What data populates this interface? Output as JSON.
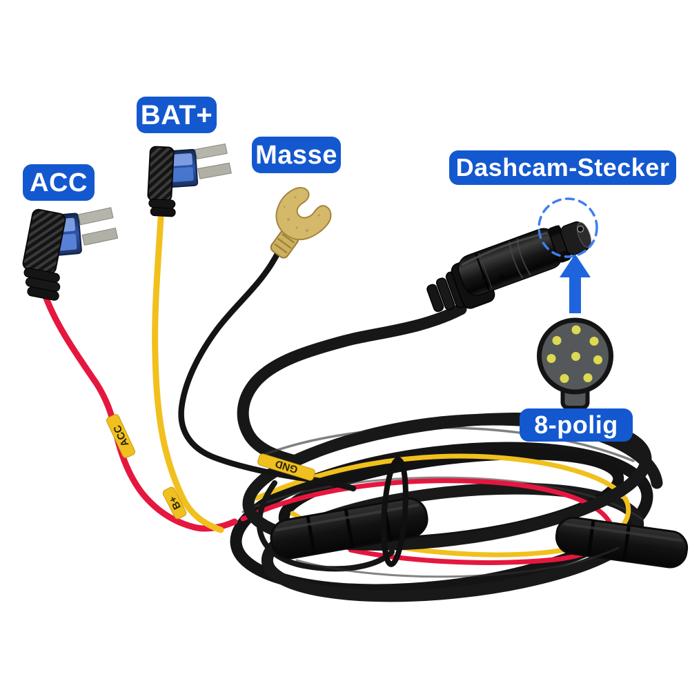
{
  "labels": {
    "acc": "ACC",
    "bat_plus": "BAT+",
    "masse": "Masse",
    "dashcam_stecker": "Dashcam-Stecker",
    "polig": "8-polig"
  },
  "wire_tags": {
    "acc": "ACC",
    "b_plus": "B+",
    "gnd": "GND"
  },
  "connector": {
    "pin_count": 8
  },
  "colors": {
    "label_bg": "#1458cf",
    "label_text": "#ffffff",
    "wire_red": "#e5173f",
    "wire_yellow": "#f1c01d",
    "cable_black": "#161616",
    "terminal_gold": "#d4b96a",
    "fuse_blue": "#3c67c6",
    "annotation_arrow_blue": "#1d64dd",
    "dashed_circle_blue": "#3f7ef2",
    "pin_dot_yellow": "#ddd952",
    "pin_face_gray": "#54585a"
  }
}
